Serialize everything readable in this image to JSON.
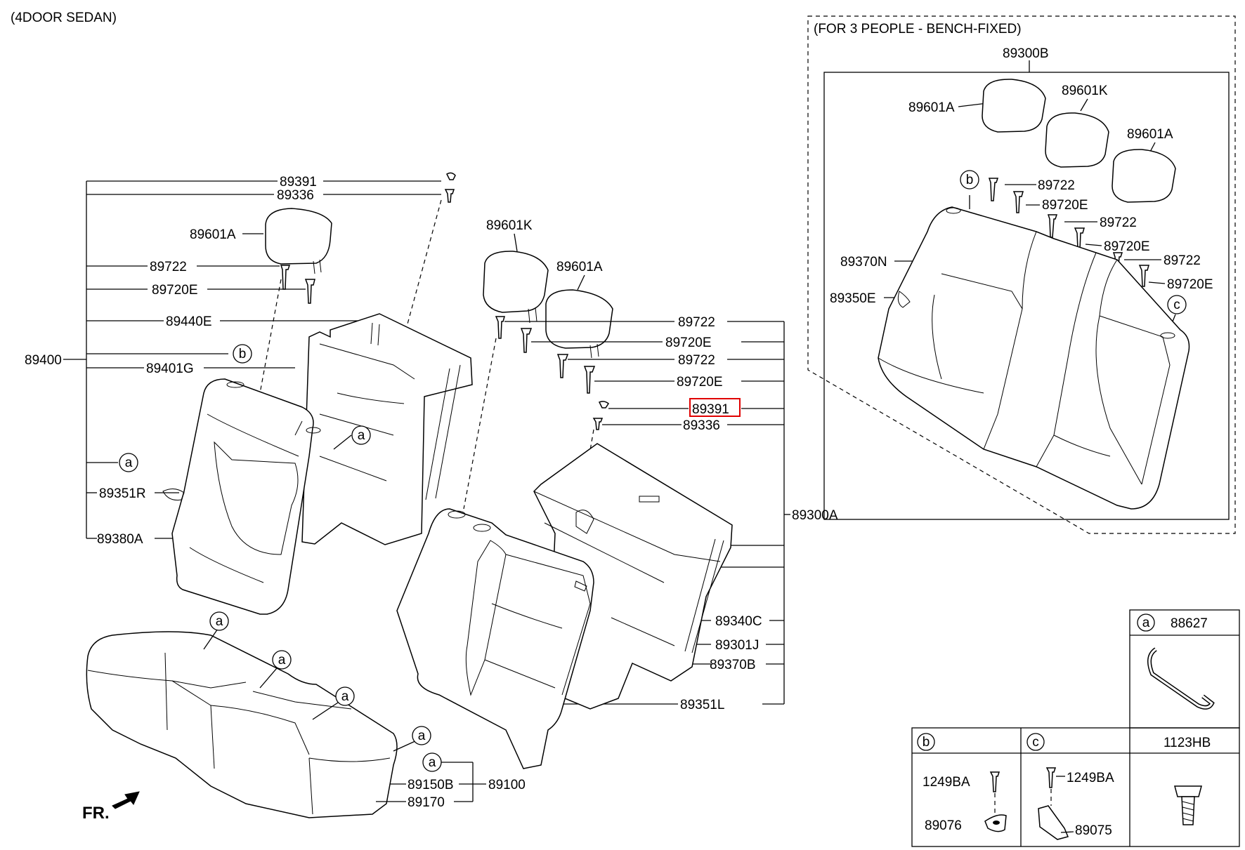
{
  "header": {
    "variant": "(4DOOR SEDAN)"
  },
  "inset": {
    "title": "(FOR 3 PEOPLE - BENCH-FIXED)"
  },
  "highlight": {
    "part": "89391",
    "color": "#e00000"
  },
  "labels": {
    "p89391_top": "89391",
    "p89336_top": "89336",
    "p89601A_left": "89601A",
    "p89722_left": "89722",
    "p89720E_left": "89720E",
    "p89440E": "89440E",
    "p89400": "89400",
    "p89401G": "89401G",
    "p89351R": "89351R",
    "p89380A": "89380A",
    "p89601K_mid": "89601K",
    "p89601A_mid": "89601A",
    "p89722_r1": "89722",
    "p89720E_r1": "89720E",
    "p89722_r2": "89722",
    "p89720E_r2": "89720E",
    "p89391_r": "89391",
    "p89336_r": "89336",
    "p89300A": "89300A",
    "p89340C": "89340C",
    "p89301J": "89301J",
    "p89370B": "89370B",
    "p89351L": "89351L",
    "p89150B": "89150B",
    "p89100": "89100",
    "p89170": "89170",
    "p89300B": "89300B",
    "p89601A_in1": "89601A",
    "p89601K_in": "89601K",
    "p89601A_in2": "89601A",
    "p89722_in1": "89722",
    "p89720E_in1": "89720E",
    "p89722_in2": "89722",
    "p89720E_in2": "89720E",
    "p89722_in3": "89722",
    "p89720E_in3": "89720E",
    "p89370N": "89370N",
    "p89350E": "89350E",
    "p88627": "88627",
    "p1123HB": "1123HB",
    "p1249BA_b": "1249BA",
    "p89076": "89076",
    "p1249BA_c": "1249BA",
    "p89075": "89075"
  },
  "callouts": {
    "a": "a",
    "b": "b",
    "c": "c"
  },
  "fr": {
    "label": "FR."
  },
  "icons": [
    "front-arrow-icon",
    "clip-icon",
    "bolt-icon",
    "screw-icon",
    "bracket-icon"
  ]
}
